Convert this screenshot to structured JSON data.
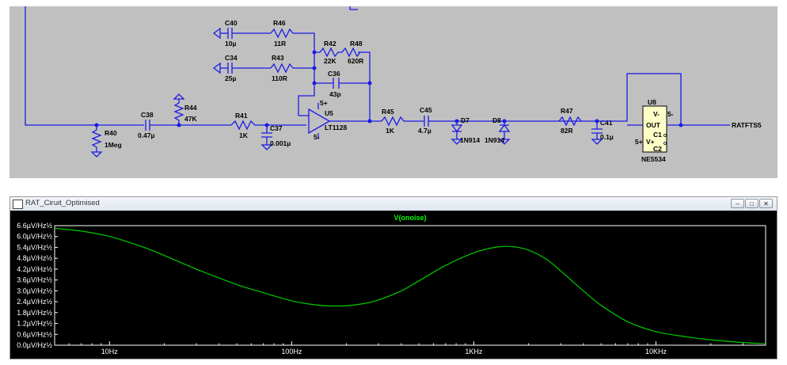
{
  "schematic": {
    "components": {
      "C40": {
        "name": "C40",
        "value": "10µ"
      },
      "R46": {
        "name": "R46",
        "value": "11R"
      },
      "C34": {
        "name": "C34",
        "value": "25µ"
      },
      "R43": {
        "name": "R43",
        "value": "110R"
      },
      "R42": {
        "name": "R42",
        "value": "22K"
      },
      "R48": {
        "name": "R48",
        "value": "620R"
      },
      "C36": {
        "name": "C36",
        "value": "43p"
      },
      "R44": {
        "name": "R44",
        "value": "47K"
      },
      "C38": {
        "name": "C38",
        "value": "0.47µ"
      },
      "R40": {
        "name": "R40",
        "value": "1Meg"
      },
      "R41": {
        "name": "R41",
        "value": "1K"
      },
      "C37": {
        "name": "C37",
        "value": "0.001µ"
      },
      "U5": {
        "name": "U5",
        "value": "LT1128",
        "pin_plus": "5+",
        "pin_minus": "5-"
      },
      "R45": {
        "name": "R45",
        "value": "1K"
      },
      "C45": {
        "name": "C45",
        "value": "4.7µ"
      },
      "D7": {
        "name": "D7",
        "value": "1N914"
      },
      "D8": {
        "name": "D8",
        "value": "1N914"
      },
      "R47": {
        "name": "R47",
        "value": "82R"
      },
      "C41": {
        "name": "C41",
        "value": "0.1µ"
      },
      "U8": {
        "name": "U8",
        "value": "NE5534",
        "pin_vminus": "V-",
        "pin_vminus_net": "5-",
        "pin_out": "OUT",
        "pin_vplus": "V+",
        "pin_vplus_net": "5+",
        "pin_c1": "C1",
        "pin_c2": "C2"
      }
    },
    "net_label": "RATFTS5"
  },
  "window": {
    "title": "RAT_Ciruit_Optimised",
    "btn_minimize": "–",
    "btn_maximize": "□",
    "btn_close": "✕"
  },
  "chart_data": {
    "type": "line",
    "title": "V(onoise)",
    "title_color": "#00ff00",
    "trace_color": "#00cc00",
    "x_scale": "log",
    "xlim": [
      5,
      40000
    ],
    "ylim": [
      0,
      6.6
    ],
    "x_ticks": [
      {
        "value": 10,
        "label": "10Hz"
      },
      {
        "value": 100,
        "label": "100Hz"
      },
      {
        "value": 1000,
        "label": "1KHz"
      },
      {
        "value": 10000,
        "label": "10KHz"
      }
    ],
    "y_ticks": [
      {
        "value": 0.0,
        "label": "0.0µV/Hz½"
      },
      {
        "value": 0.6,
        "label": "0.6µV/Hz½"
      },
      {
        "value": 1.2,
        "label": "1.2µV/Hz½"
      },
      {
        "value": 1.8,
        "label": "1.8µV/Hz½"
      },
      {
        "value": 2.4,
        "label": "2.4µV/Hz½"
      },
      {
        "value": 3.0,
        "label": "3.0µV/Hz½"
      },
      {
        "value": 3.6,
        "label": "3.6µV/Hz½"
      },
      {
        "value": 4.2,
        "label": "4.2µV/Hz½"
      },
      {
        "value": 4.8,
        "label": "4.8µV/Hz½"
      },
      {
        "value": 5.4,
        "label": "5.4µV/Hz½"
      },
      {
        "value": 6.0,
        "label": "6.0µV/Hz½"
      },
      {
        "value": 6.6,
        "label": "6.6µV/Hz½"
      }
    ],
    "series": [
      {
        "x": [
          5,
          7,
          10,
          15,
          20,
          30,
          50,
          70,
          100,
          130,
          160,
          200,
          250,
          300,
          400,
          500,
          700,
          1000,
          1300,
          1600,
          2000,
          2500,
          3000,
          4000,
          5000,
          7000,
          10000,
          15000,
          20000,
          30000,
          40000
        ],
        "y": [
          6.45,
          6.3,
          6.0,
          5.45,
          4.95,
          4.2,
          3.35,
          2.9,
          2.45,
          2.25,
          2.17,
          2.18,
          2.3,
          2.5,
          3.0,
          3.55,
          4.4,
          5.1,
          5.4,
          5.45,
          5.25,
          4.75,
          4.1,
          3.0,
          2.2,
          1.3,
          0.75,
          0.45,
          0.3,
          0.15,
          0.08
        ]
      }
    ]
  }
}
